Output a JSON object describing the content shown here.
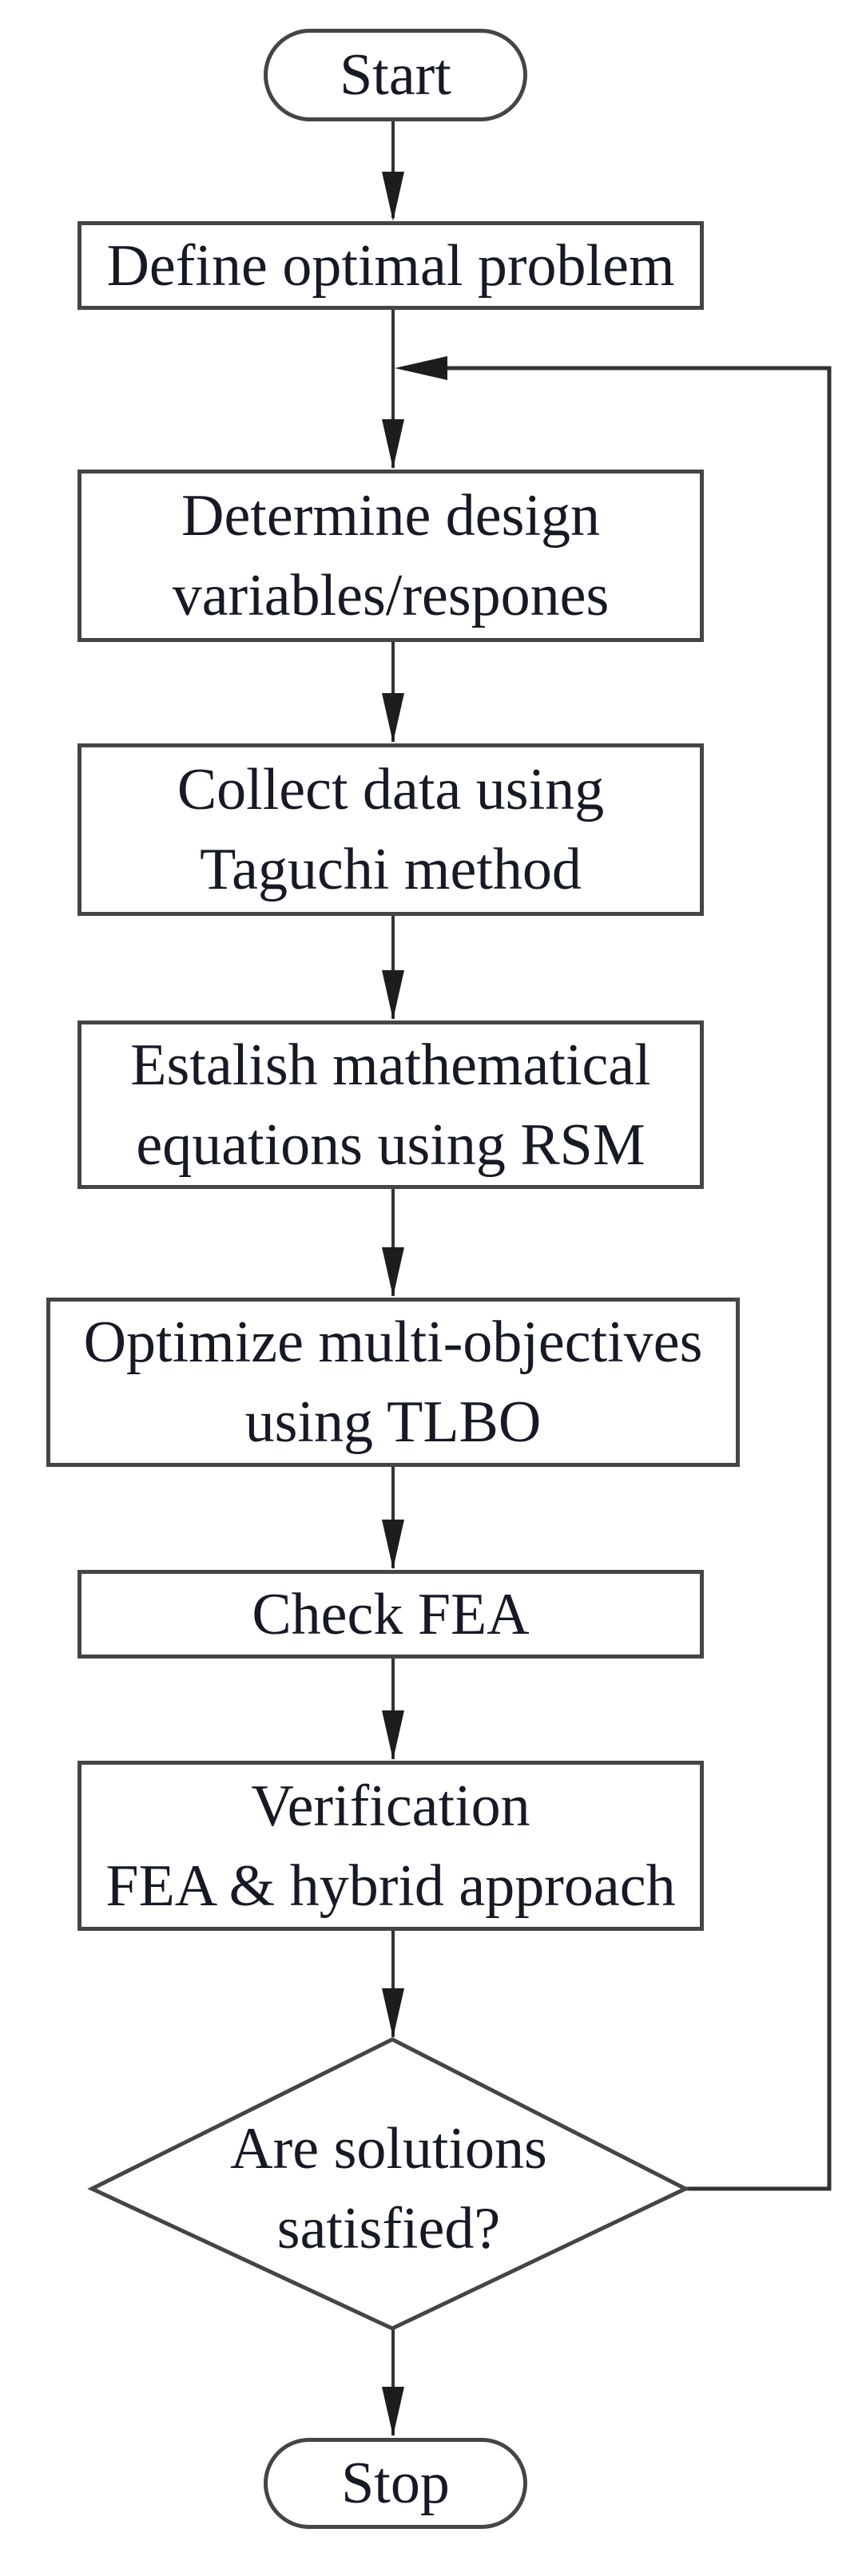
{
  "flowchart": {
    "nodes": {
      "start": {
        "label": "Start"
      },
      "define": {
        "line1": "Define optimal problem"
      },
      "determine": {
        "line1": "Determine design",
        "line2": "variables/respones"
      },
      "collect": {
        "line1": "Collect data using",
        "line2": "Taguchi method"
      },
      "establish": {
        "line1": "Estalish mathematical",
        "line2": "equations using RSM"
      },
      "optimize": {
        "line1": "Optimize multi-objectives",
        "line2": "using TLBO"
      },
      "check_fea": {
        "line1": "Check FEA"
      },
      "verification": {
        "line1": "Verification",
        "line2": "FEA & hybrid approach"
      },
      "decision": {
        "line1": "Are solutions",
        "line2": "satisfied?"
      },
      "stop": {
        "label": "Stop"
      }
    },
    "edges": [
      {
        "from": "start",
        "to": "define"
      },
      {
        "from": "define",
        "to": "determine"
      },
      {
        "from": "determine",
        "to": "collect"
      },
      {
        "from": "collect",
        "to": "establish"
      },
      {
        "from": "establish",
        "to": "optimize"
      },
      {
        "from": "optimize",
        "to": "check_fea"
      },
      {
        "from": "check_fea",
        "to": "verification"
      },
      {
        "from": "verification",
        "to": "decision"
      },
      {
        "from": "decision",
        "to": "stop"
      },
      {
        "from": "decision",
        "to": "determine",
        "kind": "feedback-loop"
      }
    ],
    "colors": {
      "background": "#ffffff",
      "border": "#454545",
      "line": "#333333",
      "text": "#161a24"
    }
  }
}
